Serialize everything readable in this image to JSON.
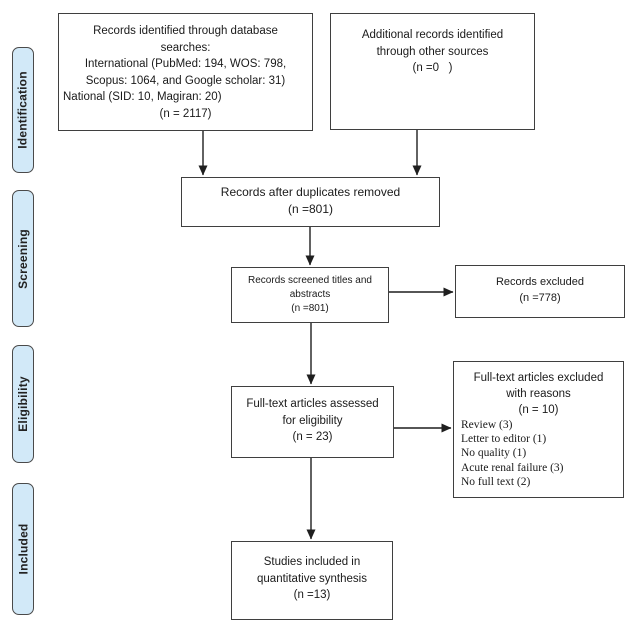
{
  "sidebar": {
    "stages": [
      {
        "label": "Identification"
      },
      {
        "label": "Screening"
      },
      {
        "label": "Eligibility"
      },
      {
        "label": "Included"
      }
    ]
  },
  "boxes": {
    "database_search": {
      "lines": [
        "Records identified through database",
        "searches:",
        "International (PubMed: 194, WOS: 798,",
        "Scopus: 1064, and Google scholar: 31)",
        "National (SID: 10, Magiran: 20)",
        "(n = 2117)"
      ]
    },
    "other_sources": {
      "lines": [
        "Additional records identified",
        "through other sources",
        "(n =0   )"
      ]
    },
    "duplicates_removed": {
      "lines": [
        "Records after duplicates removed",
        "(n =801)"
      ]
    },
    "titles_abstracts_screened": {
      "lines": [
        "Records screened titles and",
        "abstracts",
        "(n =801)"
      ]
    },
    "records_excluded": {
      "lines": [
        "Records excluded",
        "(n =778)"
      ]
    },
    "fulltext_assessed": {
      "lines": [
        "Full-text articles assessed",
        "for eligibility",
        "(n = 23)"
      ]
    },
    "fulltext_excluded": {
      "header_lines": [
        "Full-text articles excluded",
        "with reasons",
        "(n = 10)"
      ],
      "reasons": [
        "Review (3)",
        "Letter to editor (1)",
        "No quality (1)",
        "Acute renal failure (3)",
        "No full text (2)"
      ]
    },
    "included_synthesis": {
      "lines": [
        "Studies included in",
        "quantitative synthesis",
        "(n =13)"
      ]
    }
  },
  "colors": {
    "stage_fill": "#d2e9f8",
    "box_border": "#3f3f3f",
    "arrow": "#1f1f1f"
  }
}
